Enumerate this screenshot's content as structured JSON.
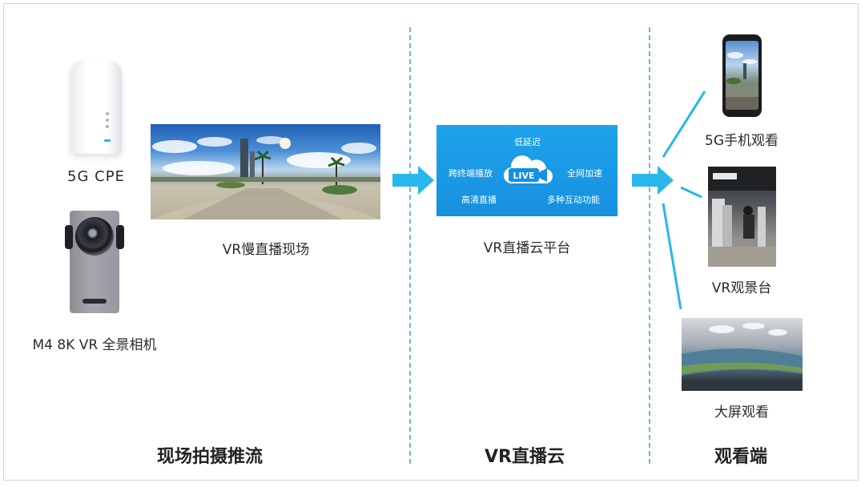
{
  "capture": {
    "cpe_label": "5G CPE",
    "camera_label": "M4 8K VR 全景相机",
    "pano_label": "VR慢直播现场",
    "section_title": "现场拍摄推流"
  },
  "cloud": {
    "features": {
      "low_latency": "低延迟",
      "cross_device": "跨终端播放",
      "network_accel": "全网加速",
      "hd_live": "高清直播",
      "interaction": "多种互动功能"
    },
    "live_badge": "LIVE",
    "platform_label": "VR直播云平台",
    "section_title": "VR直播云"
  },
  "viewing": {
    "phone_label": "5G手机观看",
    "vr_stand_label": "VR观景台",
    "big_screen_label": "大屏观看",
    "section_title": "观看端"
  },
  "colors": {
    "accent": "#1ea3ea",
    "arrow": "#29b6ea",
    "divider": "#6fb2dc"
  }
}
